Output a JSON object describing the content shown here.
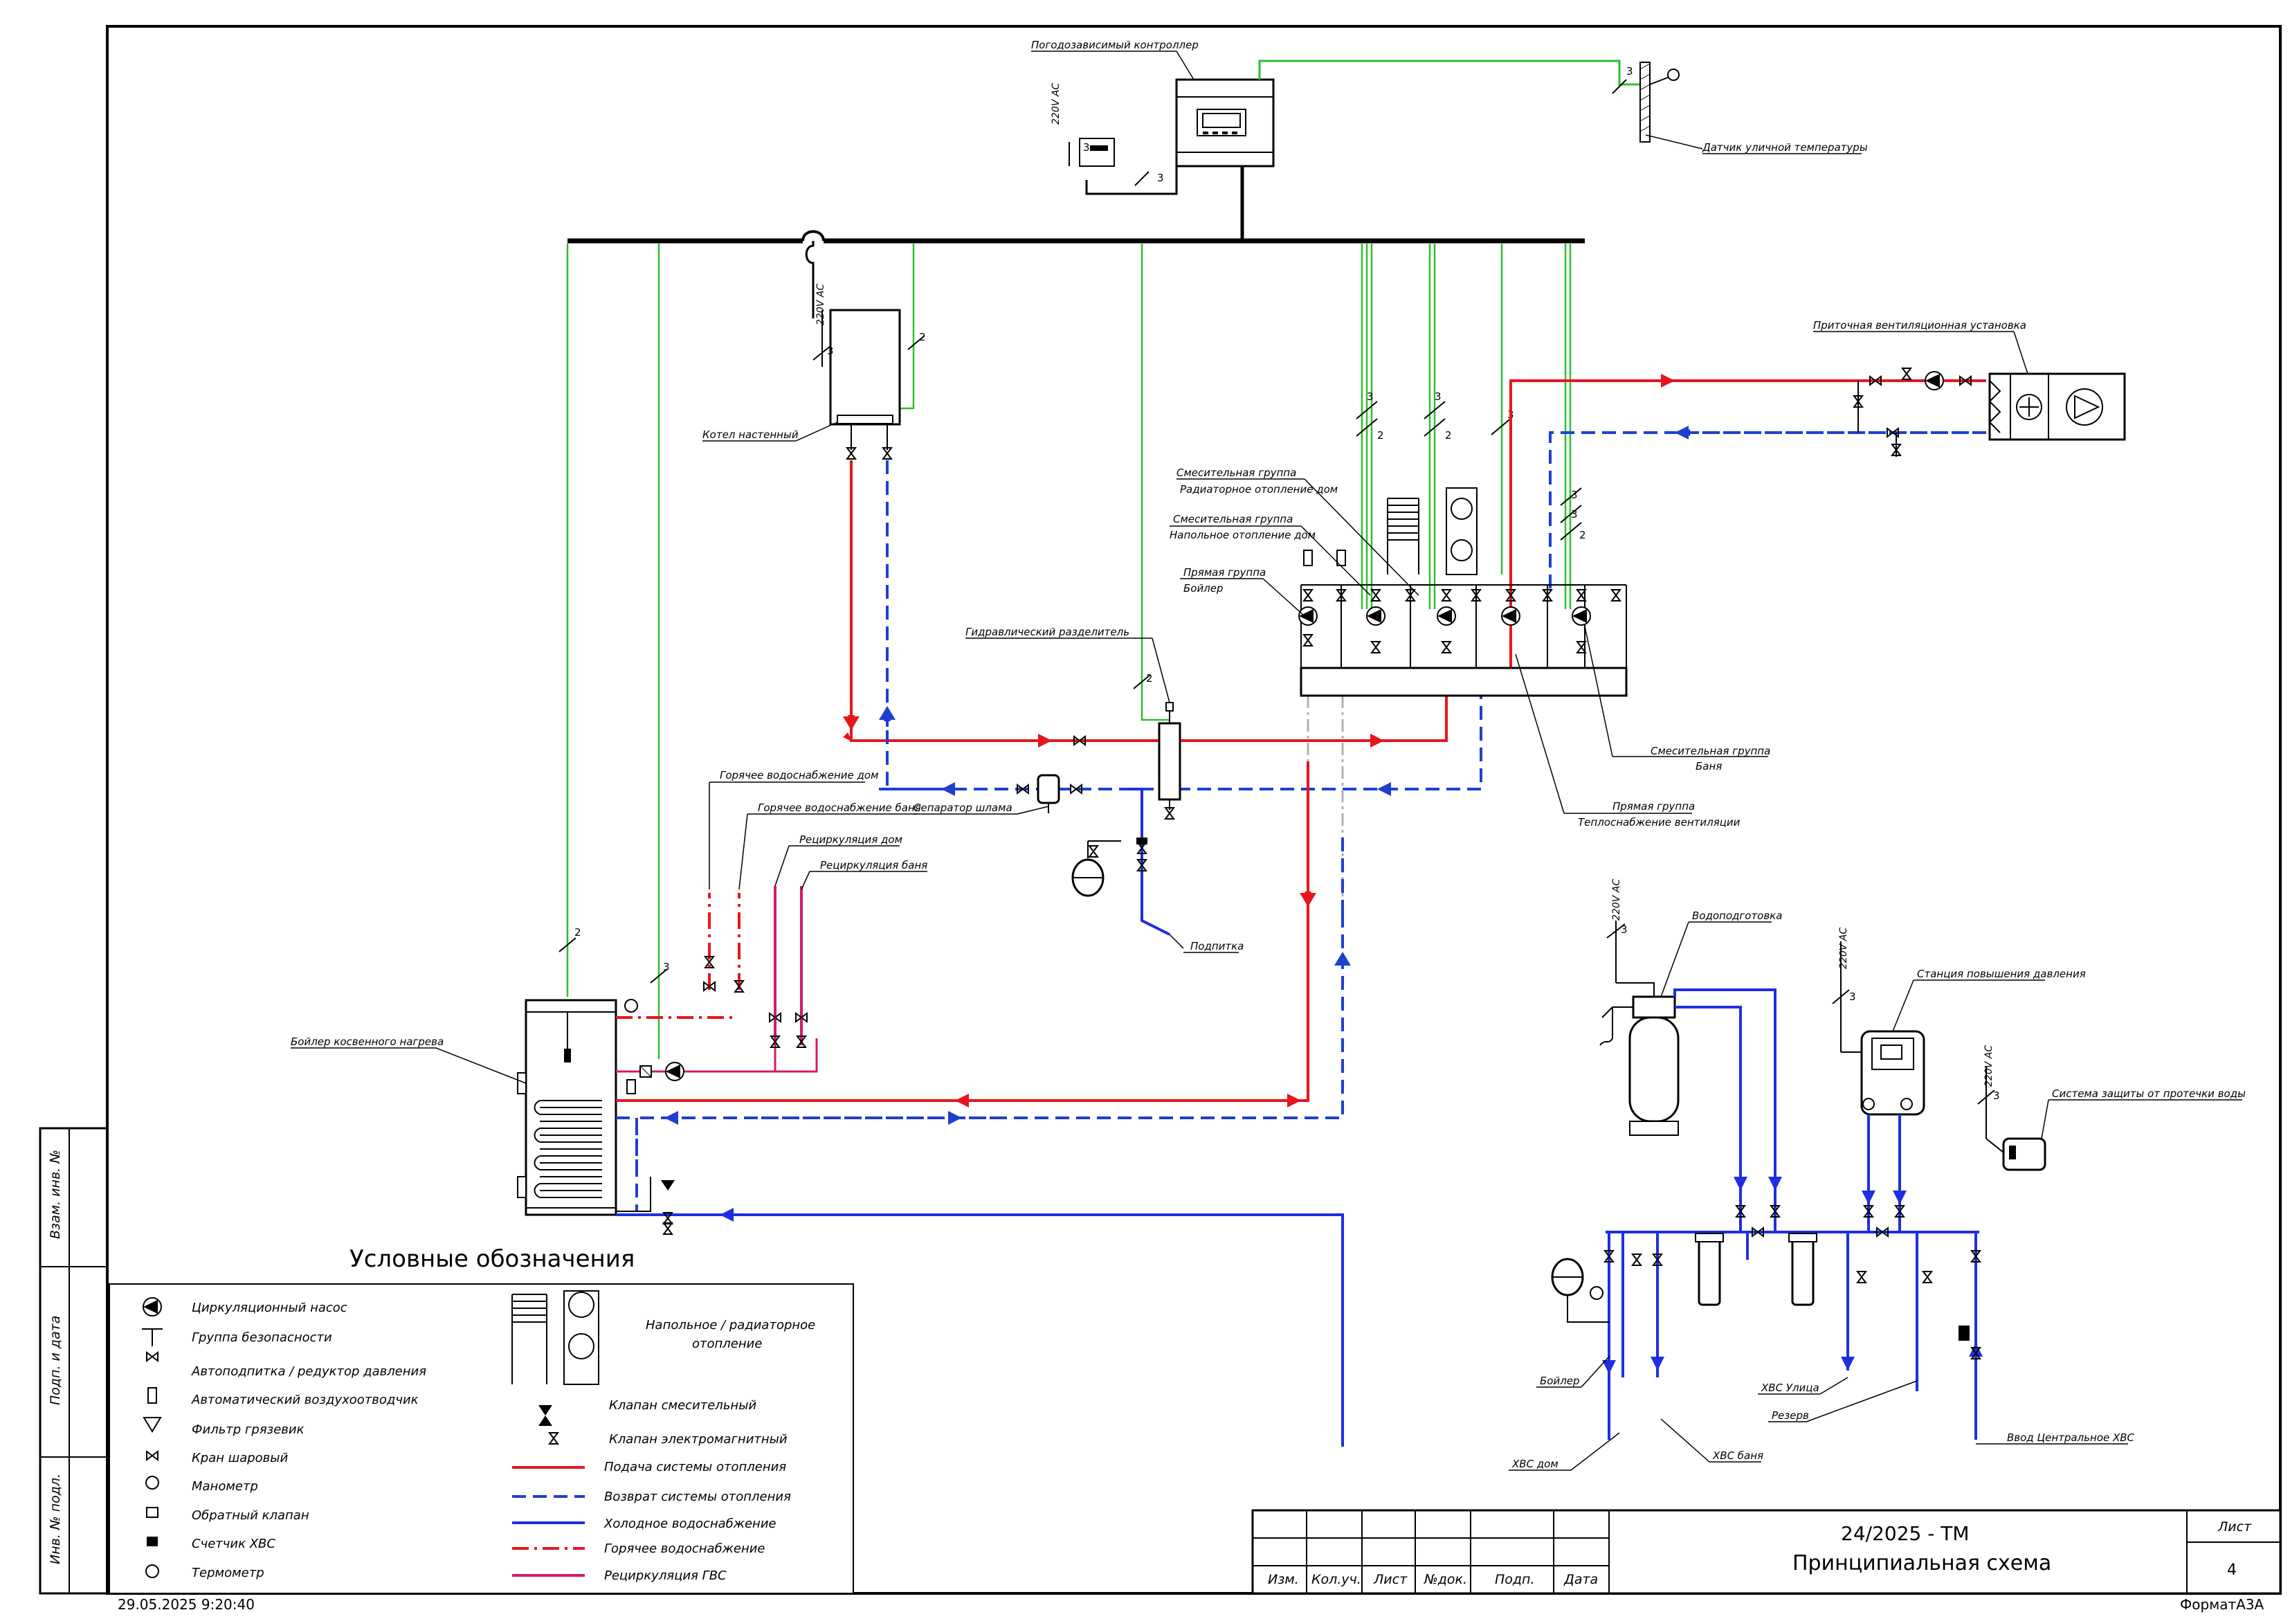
{
  "colors": {
    "supply": "#e8151d",
    "return": "#1f3fd1",
    "cold_water": "#1f2fe0",
    "hot_water": "#e8151d",
    "recirculation": "#d41b6a",
    "signal": "#2fbf2f",
    "frame": "#000000",
    "gray_dashdot": "#b0b0b0"
  },
  "labels": {
    "controller": "Погодозависимый контроллер",
    "outdoor_sensor": "Датчик уличной температуры",
    "vent_unit": "Приточная вентиляционная установка",
    "boiler_wall": "Котел настенный",
    "mix_radiator_1": "Смесительная  группа",
    "mix_radiator_2": "Радиаторное отопление дом",
    "mix_floor_1": "Смесительная  группа",
    "mix_floor_2": "Напольное отопление дом",
    "direct_boiler_1": "Прямая группа",
    "direct_boiler_2": "Бойлер",
    "hydro_separator": "Гидравлический разделитель",
    "mix_banya_1": "Смесительная  группа",
    "mix_banya_2": "Баня",
    "direct_vent_1": "Прямая группа",
    "direct_vent_2": "Теплоснабжение вентиляции",
    "hw_house": "Горячее водоснабжение дом",
    "hw_banya": "Горячее водоснабжение баня",
    "recirc_house": "Рециркуляция дом",
    "recirc_banya": "Рециркуляция баня",
    "sludge_separator": "Сепаратор шлама",
    "makeup": "Подпитка",
    "indirect_boiler": "Бойлер косвенного нагрева",
    "water_treatment": "Водоподготовка",
    "booster_station": "Станция повышения давления",
    "leak_protection": "Система защиты от протечки воды",
    "boiler_out": "Бойлер",
    "cold_house": "ХВС дом",
    "cold_banya": "ХВС баня",
    "cold_street": "ХВС Улица",
    "reserve": "Резерв",
    "central_input": "Ввод Центральное ХВС",
    "voltage": "220V AC",
    "cable_2": "2",
    "cable_3": "3"
  },
  "legend": {
    "title": "Условные обозначения",
    "items": [
      "Циркуляционный насос",
      "Группа безопасности",
      "Автоподпитка / редуктор давления",
      "Автоматический воздухоотводчик",
      "Фильтр грязевик",
      "Кран шаровый",
      "Манометр",
      "Обратный клапан",
      "Счетчик ХВС",
      "Термометр"
    ],
    "items_right": [
      "Напольное / радиаторное",
      "отопление",
      "Клапан смесительный",
      "Клапан электромагнитный",
      "Подача системы отопления",
      "Возврат системы отопления",
      "Холодное водоснабжение",
      "Горячее водоснабжение",
      "Рециркуляция ГВС"
    ]
  },
  "side_stamp": [
    "Взам. инв. №",
    "Подп. и дата",
    "Инв. № подл."
  ],
  "title_block": {
    "columns": [
      "Изм.",
      "Кол.уч.",
      "Лист",
      "№док.",
      "Подп.",
      "Дата"
    ],
    "code": "24/2025 - ТМ",
    "title": "Принципиальная схема",
    "sheet_label": "Лист",
    "sheet_number": "4"
  },
  "footer": {
    "timestamp": "29.05.2025 9:20:40",
    "format": "ФорматА3А"
  }
}
